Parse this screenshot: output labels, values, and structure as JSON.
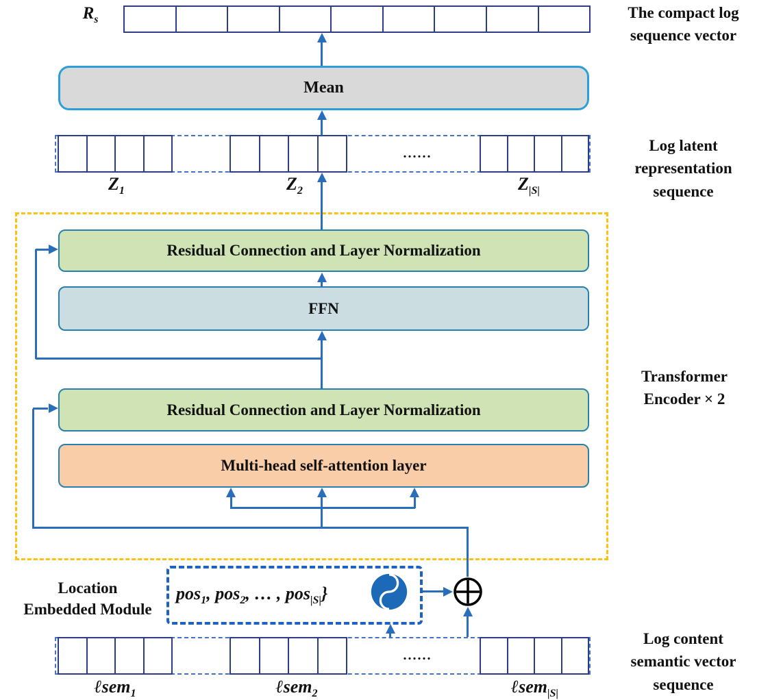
{
  "colors": {
    "arrow_blue": "#2A6EBB",
    "cell_navy": "#2D3C87",
    "row_dash_blue": "#4472C4",
    "mean_border": "#2D9FD8",
    "box_border": "#2780AE",
    "green_fill": "#CFE3B4",
    "ffn_fill": "#CCDDE2",
    "orange_fill": "#F8CDA8",
    "mean_fill": "#D9D9D9",
    "encoder_dash_yellow": "#FDC013",
    "module_dash_blue": "#1E62C3",
    "circle_fill": "#1B69B7"
  },
  "top": {
    "vector_label": {
      "base": "R",
      "sub": "s"
    },
    "cells": 9,
    "caption": [
      "The compact log",
      "sequence vector"
    ]
  },
  "mean": {
    "label": "Mean"
  },
  "latent_row": {
    "cells_per_group": 4,
    "dots": "......",
    "labels": [
      {
        "base": "Z",
        "sub": "1"
      },
      {
        "base": "Z",
        "sub": "2"
      },
      {
        "base": "Z",
        "sub": "|S|"
      }
    ],
    "caption": [
      "Log latent",
      "representation",
      "sequence"
    ]
  },
  "encoder": {
    "caption": [
      "Transformer",
      "Encoder × 2"
    ],
    "residual_top": "Residual Connection and Layer Normalization",
    "ffn": "FFN",
    "residual_bottom": "Residual Connection and Layer Normalization",
    "attention": "Multi-head self-attention layer"
  },
  "location_module": {
    "title": [
      "Location",
      "Embedded Module"
    ],
    "formula": [
      {
        "t": "pos",
        "sub": "1"
      },
      {
        "t": ", pos",
        "sub": "2"
      },
      {
        "t": ", … , pos",
        "sub": "|S|"
      },
      {
        "t": "}",
        "sub": ""
      }
    ]
  },
  "content_row": {
    "cells_per_group": 4,
    "dots": "......",
    "labels": [
      {
        "base": "ℓsem",
        "sub": "1"
      },
      {
        "base": "ℓsem",
        "sub": "2"
      },
      {
        "base": "ℓsem",
        "sub": "|S|"
      }
    ],
    "caption": [
      "Log content",
      "semantic vector",
      "sequence"
    ]
  }
}
